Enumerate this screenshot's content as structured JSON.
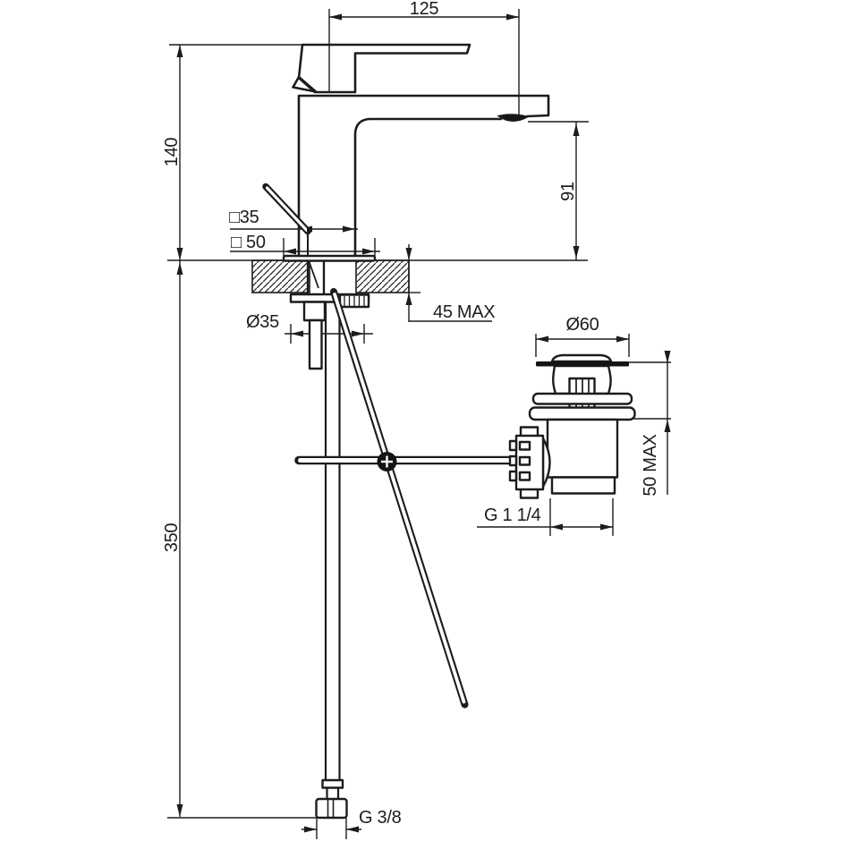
{
  "drawing": {
    "type": "technical-dimension-drawing",
    "subject": "single-lever basin mixer with pop-up waste",
    "background_color": "#ffffff",
    "line_color": "#1c1c1c",
    "labels": {
      "spout_projection": "125",
      "height_to_top": "140",
      "spout_outlet_height": "91",
      "body_section": "□35",
      "base_section": "□ 50",
      "mounting_hole": "Ø35",
      "deck_thickness_max": "45 MAX",
      "waste_flange_diameter": "Ø60",
      "basin_thickness_max": "50 MAX",
      "waste_thread": "G 1 1/4",
      "hose_drop_length": "350",
      "supply_thread": "G 3/8"
    }
  }
}
